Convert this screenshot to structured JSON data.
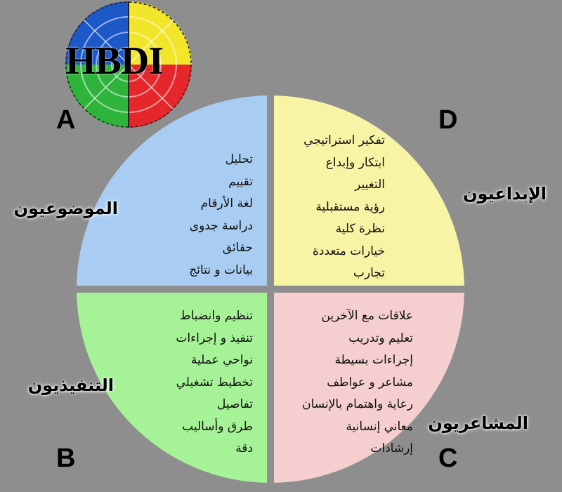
{
  "logo": {
    "text": "HBDI",
    "colors": {
      "blue": "#1d58c9",
      "yellow": "#f2e62a",
      "green": "#2fb43b",
      "red": "#e5262a"
    }
  },
  "colors": {
    "A": "#a9cdf2",
    "B": "#a6f296",
    "C": "#f5cfd0",
    "D": "#f8f4a6",
    "background": "#8e8e8e"
  },
  "quadrants": {
    "A": {
      "letter": "A",
      "group": "الموضوعيون",
      "items": [
        "تحليل",
        "تقييم",
        "لغة الأرقام",
        "دراسة جدوى",
        "حقائق",
        "بيانات و نتائج"
      ]
    },
    "D": {
      "letter": "D",
      "group": "الإبداعيون",
      "items": [
        "تفكير استراتيجي",
        "ابتكار وإبداع",
        "التغيير",
        "رؤية مستقبلية",
        "نظرة كلية",
        "خيارات متعددة",
        "تجارب"
      ]
    },
    "B": {
      "letter": "B",
      "group": "التنفيذيون",
      "items": [
        "تنظيم وانضباط",
        "تنفيذ و إجراءات",
        "نواحي عملية",
        "تخطيط تشغيلي",
        "تفاصيل",
        "طرق وأساليب",
        "دقة"
      ]
    },
    "C": {
      "letter": "C",
      "group": "المشاعريون",
      "items": [
        "علاقات مع الآخرين",
        "تعليم وتدريب",
        "إجراءات بسيطة",
        "مشاعر و عواطف",
        "رعاية واهتمام بالإنسان",
        "معاني إنسانية",
        "إرشادات"
      ]
    }
  }
}
